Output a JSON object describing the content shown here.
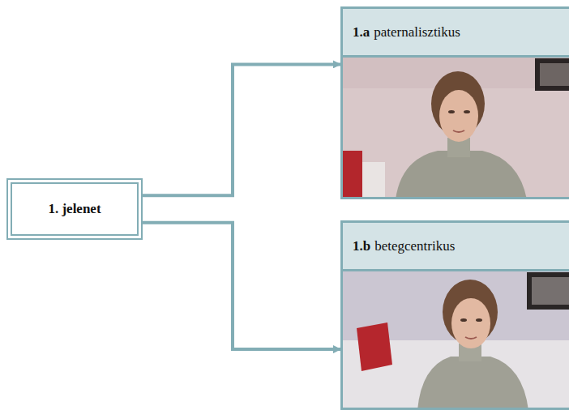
{
  "diagram": {
    "nodes": [
      {
        "text": [
          "1. jelenet"
        ]
      },
      {
        "text": [
          "1.a",
          "paternalisztikus"
        ]
      },
      {
        "text": [
          "1.b",
          "betegcentrikus"
        ]
      }
    ],
    "edges": [
      {
        "from": 0,
        "to": 1,
        "arrow": "to"
      },
      {
        "from": 0,
        "to": 2,
        "arrow": "to"
      }
    ]
  }
}
